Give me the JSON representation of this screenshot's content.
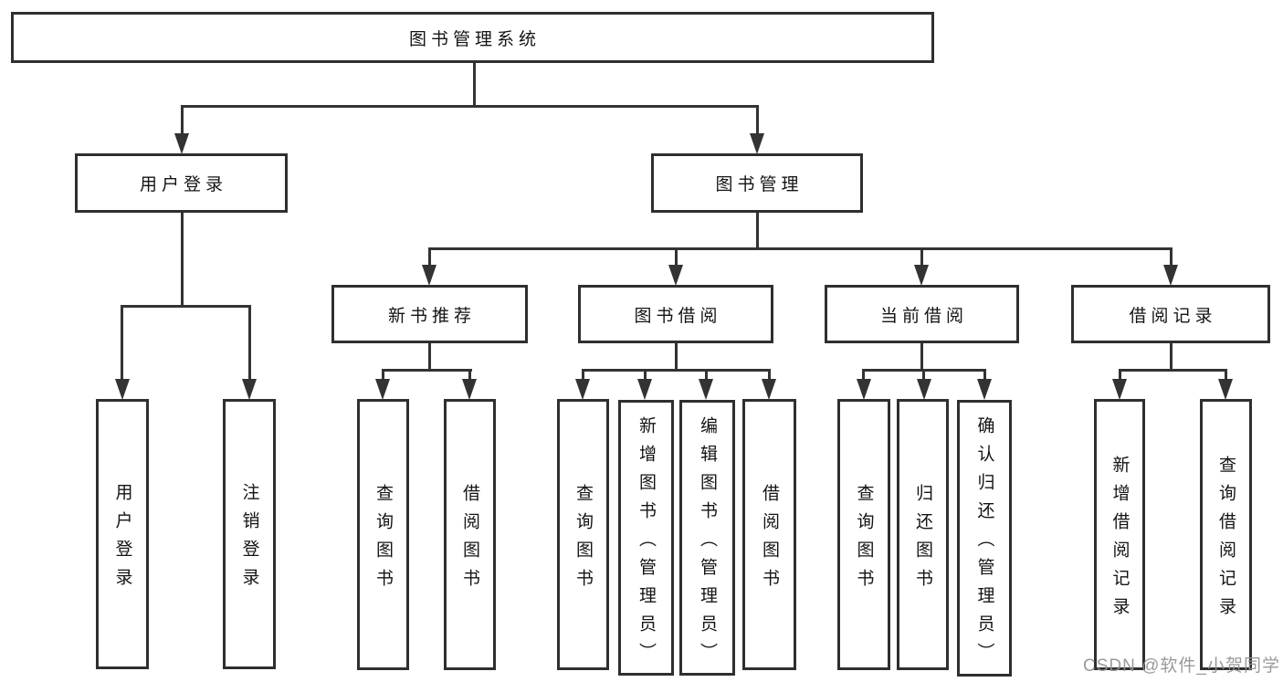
{
  "diagram": {
    "type": "hierarchy-tree",
    "root": {
      "label": "图书管理系统",
      "children": [
        {
          "label": "用户登录",
          "children": [
            {
              "label": "用户登录"
            },
            {
              "label": "注销登录"
            }
          ]
        },
        {
          "label": "图书管理",
          "children": [
            {
              "label": "新书推荐",
              "children": [
                {
                  "label": "查询图书"
                },
                {
                  "label": "借阅图书"
                }
              ]
            },
            {
              "label": "图书借阅",
              "children": [
                {
                  "label": "查询图书"
                },
                {
                  "label": "新增图书（管理员）"
                },
                {
                  "label": "编辑图书（管理员）"
                },
                {
                  "label": "借阅图书"
                }
              ]
            },
            {
              "label": "当前借阅",
              "children": [
                {
                  "label": "查询图书"
                },
                {
                  "label": "归还图书"
                },
                {
                  "label": "确认归还（管理员）"
                }
              ]
            },
            {
              "label": "借阅记录",
              "children": [
                {
                  "label": "新增借阅记录"
                },
                {
                  "label": "查询借阅记录"
                }
              ]
            }
          ]
        }
      ]
    }
  },
  "watermark": {
    "text": "CSDN @软件_小贺同学"
  },
  "colors": {
    "background": "#ffffff",
    "box_border": "#2f2f2f",
    "connector_line": "#333333",
    "text": "#141414",
    "watermark": "#919191"
  }
}
